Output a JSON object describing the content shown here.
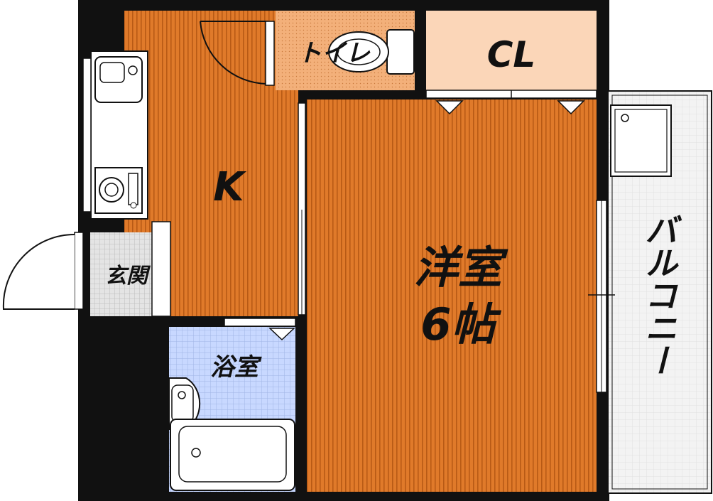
{
  "floorplan": {
    "rooms": {
      "kitchen": "K",
      "toilet": "トイレ",
      "closet": "CL",
      "western_room": "洋室",
      "western_room_size": "6帖",
      "entrance": "玄関",
      "bathroom": "浴室",
      "balcony": "バルコニー"
    },
    "colors": {
      "wall": "#111111",
      "floor_wood": "#e07a2a",
      "floor_wood_stripe": "#b85a15",
      "toilet_floor": "#f3b07a",
      "closet_floor": "#fbd6b8",
      "bath_floor": "#c8d8ff",
      "entrance_floor": "#d9d9d9",
      "balcony_floor": "#f2f2f2"
    }
  }
}
